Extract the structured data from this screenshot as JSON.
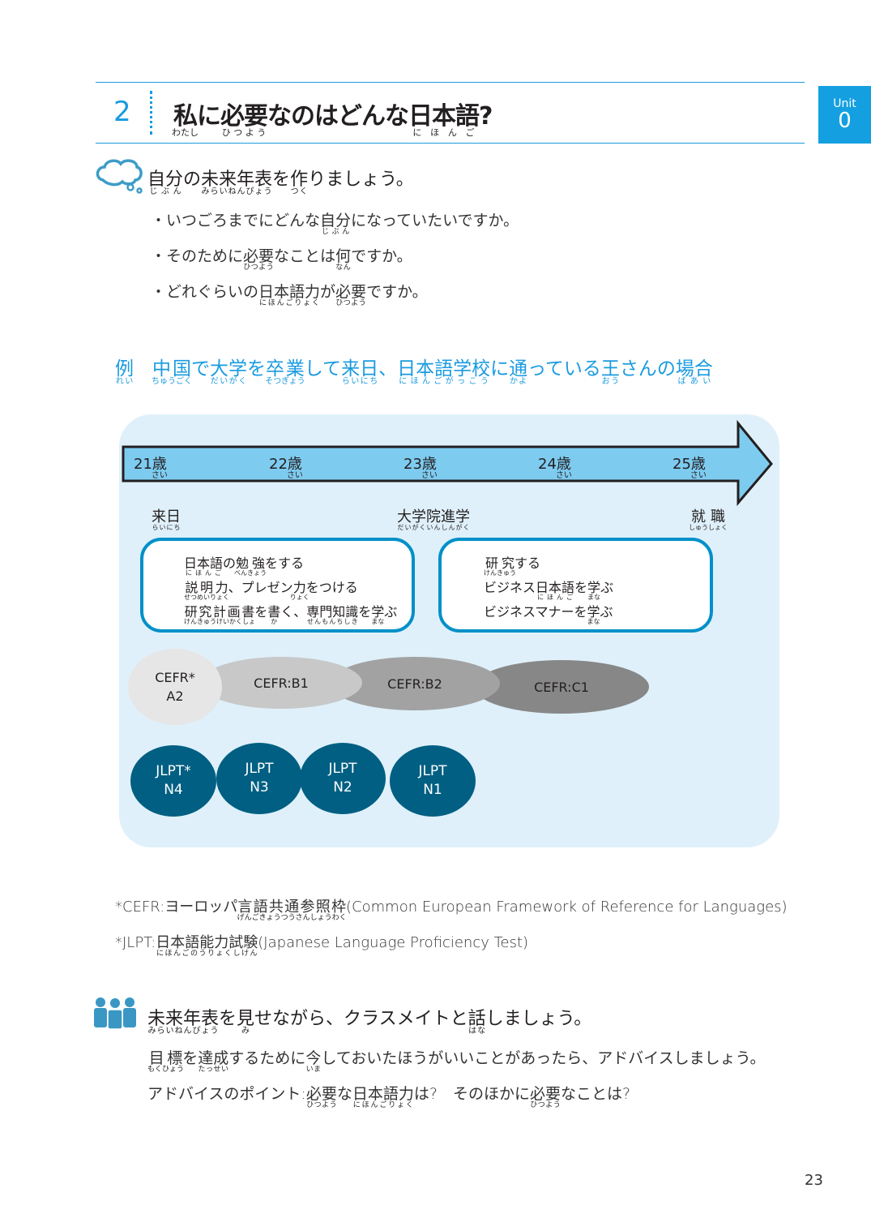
{
  "unit_tab": {
    "label": "Unit",
    "number": "0"
  },
  "section": {
    "number": "2",
    "title": [
      [
        "私",
        "わたし"
      ],
      "に",
      [
        "必要",
        "ひつよう"
      ],
      "なのはどんな",
      [
        "日本語",
        "にほんご"
      ],
      "?"
    ]
  },
  "task1": {
    "icon": "thought-cloud-icon",
    "heading": [
      [
        "自分",
        "じぶん"
      ],
      "の",
      [
        "未来年表",
        "みらいねんぴょう"
      ],
      "を",
      [
        "作",
        "つく"
      ],
      "りましょう。"
    ],
    "bullets": [
      [
        "・いつごろまでにどんな",
        [
          "自分",
          "じぶん"
        ],
        "になっていたいですか。"
      ],
      [
        "・そのために",
        [
          "必要",
          "ひつよう"
        ],
        "なことは",
        [
          "何",
          "なん"
        ],
        "ですか。"
      ],
      [
        "・どれぐらいの",
        [
          "日本語力",
          "にほんごりょく"
        ],
        "が",
        [
          "必要",
          "ひつよう"
        ],
        "ですか。"
      ]
    ]
  },
  "example": {
    "title": [
      [
        "例",
        "れい"
      ],
      "　",
      [
        "中国",
        "ちゅうごく"
      ],
      "で",
      [
        "大学",
        "だいがく"
      ],
      "を",
      [
        "卒業",
        "そつぎょう"
      ],
      "して",
      [
        "来日",
        "らいにち"
      ],
      "、",
      [
        "日本語学校",
        "にほんごがっこう"
      ],
      "に",
      [
        "通",
        "かよ"
      ],
      "っている",
      [
        "王",
        "おう"
      ],
      "さんの",
      [
        "場合",
        "ばあい"
      ]
    ]
  },
  "timeline": {
    "ages": [
      [
        "21",
        [
          "歳",
          "さい"
        ]
      ],
      [
        "22",
        [
          "歳",
          "さい"
        ]
      ],
      [
        "23",
        [
          "歳",
          "さい"
        ]
      ],
      [
        "24",
        [
          "歳",
          "さい"
        ]
      ],
      [
        "25",
        [
          "歳",
          "さい"
        ]
      ]
    ],
    "milestones": [
      [
        [
          "来日",
          "らいにち"
        ]
      ],
      [
        [
          "大学院進学",
          "だいがくいんしんがく"
        ]
      ],
      [
        [
          "就職",
          "しゅうしょく"
        ]
      ]
    ],
    "box1": [
      [
        [
          "日本語",
          "にほんご"
        ],
        "の",
        [
          "勉強",
          "べんきょう"
        ],
        "をする"
      ],
      [
        [
          "説明力",
          "せつめいりょく"
        ],
        "、プレゼン",
        [
          "力",
          "りょく"
        ],
        "をつける"
      ],
      [
        [
          "研究計画書",
          "けんきゅうけいかくしょ"
        ],
        "を",
        [
          "書",
          "か"
        ],
        "く、",
        [
          "専門知識",
          "せんもんちしき"
        ],
        "を",
        [
          "学",
          "まな"
        ],
        "ぶ"
      ]
    ],
    "box2": [
      [
        [
          "研究",
          "けんきゅう"
        ],
        "する"
      ],
      [
        "ビジネス",
        [
          "日本語",
          "にほんご"
        ],
        "を",
        [
          "学",
          "まな"
        ],
        "ぶ"
      ],
      [
        "ビジネスマナーを",
        [
          "学",
          "まな"
        ],
        "ぶ"
      ]
    ],
    "cefr": [
      {
        "line1": "CEFR*",
        "line2": "A2",
        "color": "#e6e6e6"
      },
      {
        "line1": "CEFR:B1",
        "line2": "",
        "color": "#c8c8c8"
      },
      {
        "line1": "CEFR:B2",
        "line2": "",
        "color": "#a2a2a2"
      },
      {
        "line1": "CEFR:C1",
        "line2": "",
        "color": "#878787"
      }
    ],
    "jlpt": [
      {
        "line1": "JLPT*",
        "line2": "N4"
      },
      {
        "line1": "JLPT",
        "line2": "N3"
      },
      {
        "line1": "JLPT",
        "line2": "N2"
      },
      {
        "line1": "JLPT",
        "line2": "N1"
      }
    ]
  },
  "footnotes": [
    [
      "*CEFR:ヨーロッパ",
      [
        "言語共通参照枠",
        "げんごきょうつうさんしょうわく"
      ],
      "(Common European Framework of Reference for Languages)"
    ],
    [
      "*JLPT:",
      [
        "日本語能力試験",
        "にほんごのうりょくしけん"
      ],
      "(Japanese Language Proficiency Test)"
    ]
  ],
  "task2": {
    "icon": "group-people-icon",
    "heading": [
      [
        "未来年表",
        "みらいねんぴょう"
      ],
      "を",
      [
        "見",
        "み"
      ],
      "せながら、クラスメイトと",
      [
        "話",
        "はな"
      ],
      "しましょう。"
    ],
    "lines": [
      [
        [
          "目標",
          "もくひょう"
        ],
        "を",
        [
          "達成",
          "たっせい"
        ],
        "するために",
        [
          "今",
          "いま"
        ],
        "しておいたほうがいいことがあったら、アドバイスしましょう。"
      ],
      [
        "アドバイスのポイント:",
        [
          "必要",
          "ひつよう"
        ],
        "な",
        [
          "日本語力",
          "にほんごりょく"
        ],
        "は?　そのほかに",
        [
          "必要",
          "ひつよう"
        ],
        "なことは?"
      ]
    ]
  },
  "page_number": "23",
  "colors": {
    "accent": "#1a9be0",
    "panel": "#dff0fa",
    "arrow": "#7ecbf0",
    "box_border": "#0090c8",
    "jlpt": "#005f82"
  }
}
